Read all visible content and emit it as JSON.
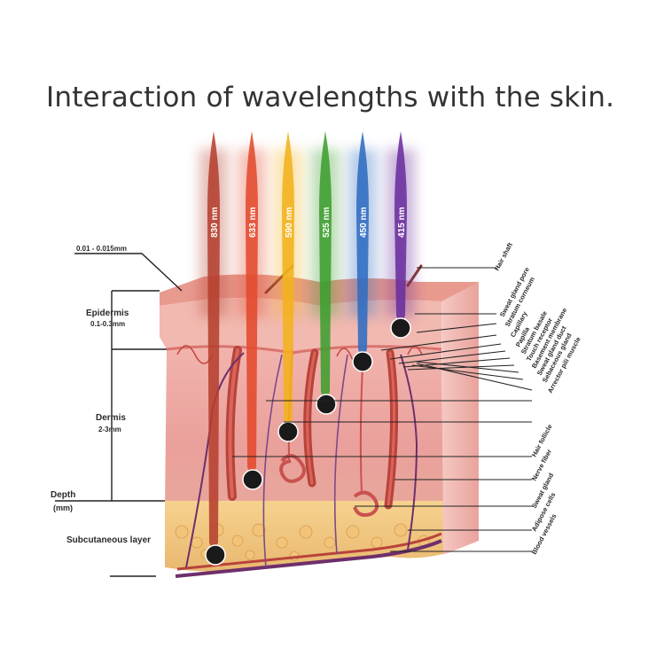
{
  "title": "Interaction of wavelengths with the skin.",
  "beams": [
    {
      "label": "830 nm",
      "color": "#b5402f"
    },
    {
      "label": "633 nm",
      "color": "#e24a2e"
    },
    {
      "label": "590 nm",
      "color": "#f3b21c"
    },
    {
      "label": "525 nm",
      "color": "#3d9e2f"
    },
    {
      "label": "450 nm",
      "color": "#2f6cc0"
    },
    {
      "label": "415 nm",
      "color": "#6a2f9e"
    }
  ],
  "left_labels": {
    "thickness": "0.01 - 0.015mm",
    "epidermis": "Epidermis",
    "epidermis_range": "0.1-0.3mm",
    "dermis": "Dermis",
    "dermis_range": "2-3mm",
    "depth": "Depth",
    "depth_unit": "(mm)",
    "subcutaneous": "Subcutaneous layer"
  },
  "right_labels": [
    "Hair shaft",
    "Sweat gland pore",
    "Stratum corneum",
    "Capillary",
    "Papilla",
    "Stratum basale",
    "Touch receptor",
    "Basement membrane",
    "Sweat gland duct",
    "Sebaceous gland",
    "Arrector pili muscle",
    "Hair follicle",
    "Nerve fiber",
    "Sweat gland",
    "Adipose cells",
    "Blood vessels"
  ]
}
